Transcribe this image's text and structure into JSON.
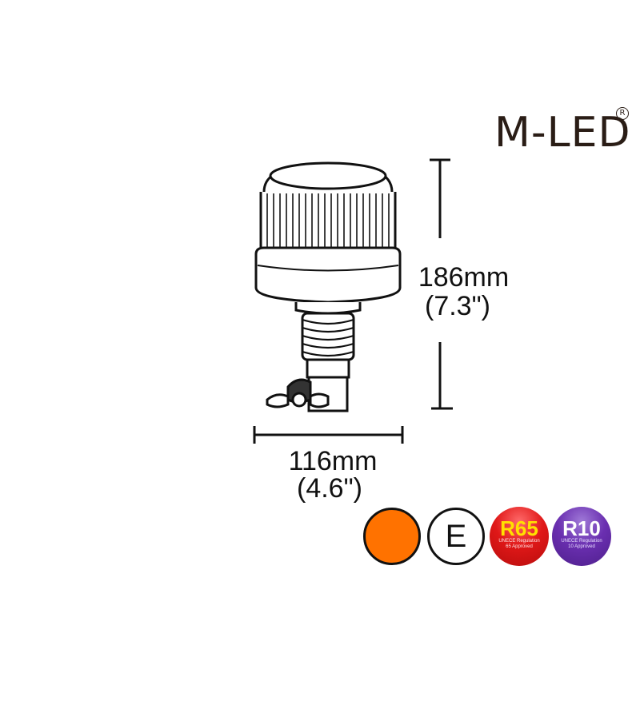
{
  "brand": {
    "logo_text": "M-LED",
    "registered_mark": "R",
    "color": "#2a1d16"
  },
  "dimensions": {
    "height_mm": "186mm",
    "height_in": "(7.3\")",
    "width_mm": "116mm",
    "width_in": "(4.6\")"
  },
  "badges": {
    "amber_color": "#ff7200",
    "e_mark": "E",
    "r65": {
      "label": "R65",
      "line1": "UNECE Regulation",
      "line2": "65 Approved",
      "color": "#e01818",
      "text_color": "#ffe000"
    },
    "r10": {
      "label": "R10",
      "line1": "UNECE Regulation",
      "line2": "10 Approved",
      "color": "#6a2fb0",
      "text_color": "#ffffff"
    }
  },
  "product": {
    "illustration": "flexible-din-mount-led-beacon"
  }
}
